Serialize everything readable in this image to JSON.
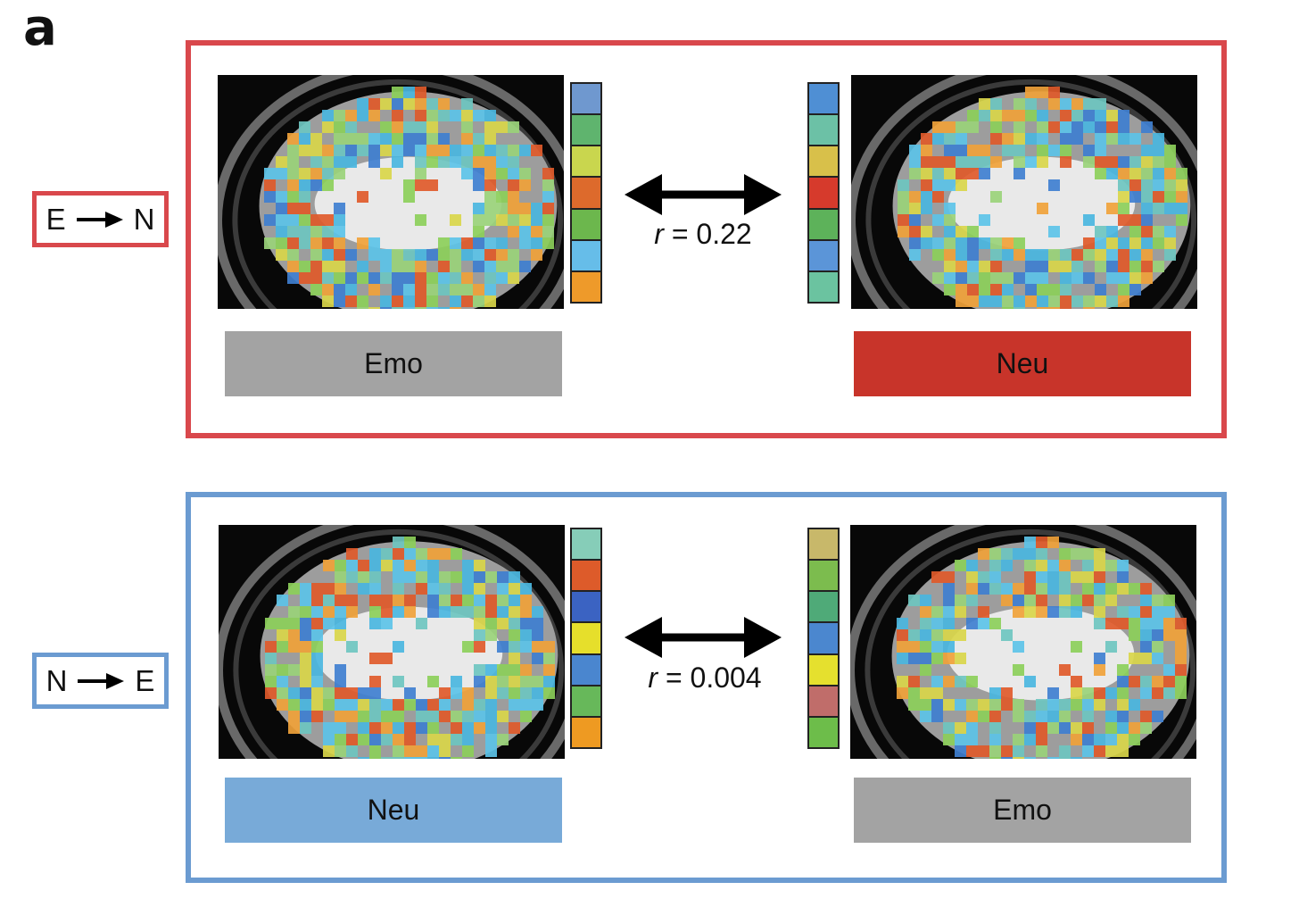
{
  "panel_letter": "a",
  "rows": [
    {
      "direction": {
        "from": "E",
        "to": "N"
      },
      "left_label": "Emo",
      "right_label": "Neu",
      "r_symbol": "r",
      "r_text": " = 0.22",
      "left_bar_color": "#a3a3a3",
      "right_bar_color": "#c8342a",
      "left_swatches": [
        "#6f98cf",
        "#5fb46e",
        "#c9d64e",
        "#dd6a2c",
        "#6cb74d",
        "#66bde9",
        "#ee9a2a"
      ],
      "right_swatches": [
        "#4f8fd4",
        "#6cc1a6",
        "#d8c04a",
        "#d63a2c",
        "#5db25a",
        "#5b95d8",
        "#6bc3a0"
      ]
    },
    {
      "direction": {
        "from": "N",
        "to": "E"
      },
      "left_label": "Neu",
      "right_label": "Emo",
      "r_symbol": "r",
      "r_text": " = 0.004",
      "left_bar_color": "#78aad8",
      "right_bar_color": "#a3a3a3",
      "left_swatches": [
        "#86cdb8",
        "#dd5b2a",
        "#3b63c2",
        "#e6df2b",
        "#4a86cf",
        "#67b85a",
        "#ee9a22"
      ],
      "right_swatches": [
        "#c8b86a",
        "#7cbc4e",
        "#4faa78",
        "#4b87cf",
        "#e5e02e",
        "#c06d6a",
        "#6dbd4a"
      ]
    }
  ],
  "colors": {
    "top_frame": "#d9484c",
    "bottom_frame": "#6b9bd1"
  }
}
